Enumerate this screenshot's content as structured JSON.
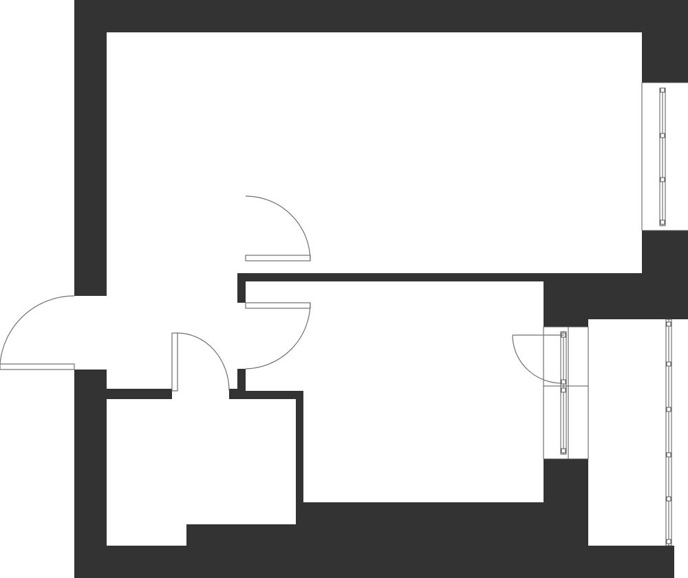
{
  "plan": {
    "wall_color": "#333333",
    "floor_color": "#ffffff",
    "fixture_color": "#6f6f6f",
    "rooms": [
      "living-room",
      "hallway",
      "bedroom",
      "bathroom",
      "balcony"
    ],
    "door_count": 5,
    "window_count": 3
  }
}
